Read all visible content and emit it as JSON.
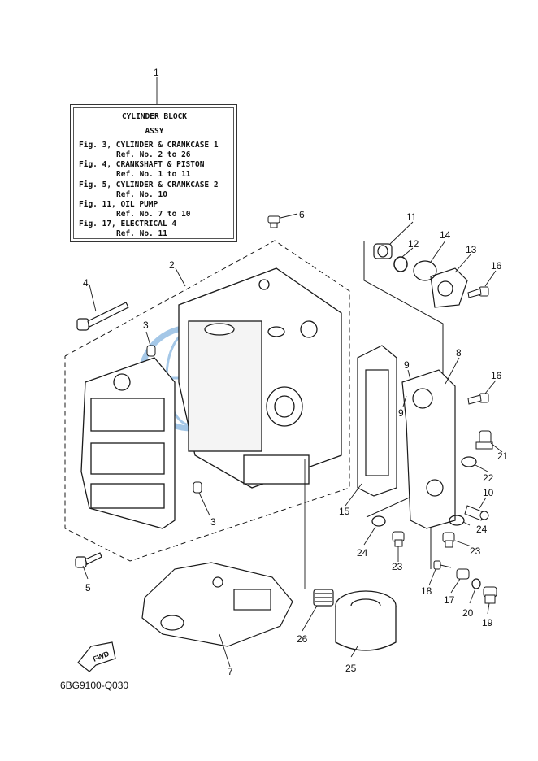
{
  "note_box": {
    "title_line1": "CYLINDER BLOCK",
    "title_line2": "ASSY",
    "refs": [
      {
        "fig": "Fig. 3, CYLINDER & CRANKCASE 1",
        "ref": "Ref. No. 2 to 26"
      },
      {
        "fig": "Fig. 4, CRANKSHAFT & PISTON",
        "ref": "Ref. No. 1 to 11"
      },
      {
        "fig": "Fig. 5, CYLINDER & CRANKCASE 2",
        "ref": "Ref. No. 10"
      },
      {
        "fig": "Fig. 11, OIL PUMP",
        "ref": "Ref. No. 7 to 10"
      },
      {
        "fig": "Fig. 17, ELECTRICAL 4",
        "ref": "Ref. No. 11"
      }
    ]
  },
  "callouts": {
    "c1": "1",
    "c2": "2",
    "c3a": "3",
    "c3b": "3",
    "c4": "4",
    "c5": "5",
    "c6": "6",
    "c7": "7",
    "c8": "8",
    "c9a": "9",
    "c9b": "9",
    "c10": "10",
    "c11": "11",
    "c12": "12",
    "c13": "13",
    "c14": "14",
    "c15": "15",
    "c16a": "16",
    "c16b": "16",
    "c17": "17",
    "c18": "18",
    "c19": "19",
    "c20": "20",
    "c21": "21",
    "c22": "22",
    "c23a": "23",
    "c23b": "23",
    "c24a": "24",
    "c24b": "24",
    "c25": "25",
    "c26": "26"
  },
  "fwd_label": "FWD",
  "diagram_code": "6BG9100-Q030",
  "colors": {
    "line": "#1a1a1a",
    "watermark": "#5b9bd5",
    "background": "#ffffff"
  }
}
